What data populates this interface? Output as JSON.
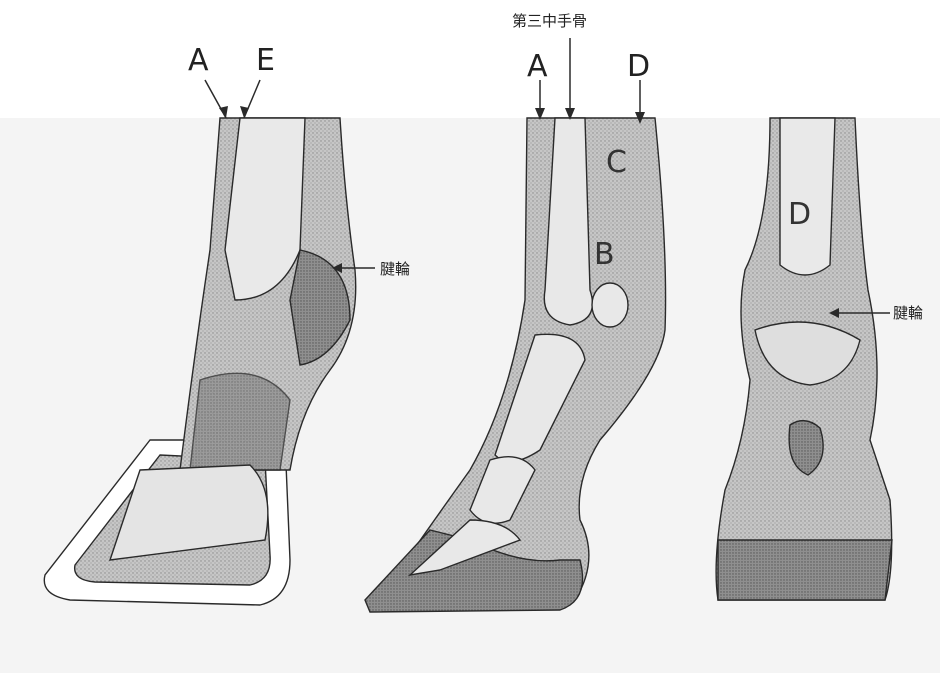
{
  "labels": {
    "a_left": "A",
    "e_left": "E",
    "tendon_left": "腱輪",
    "metacarpal": "第三中手骨",
    "a_mid": "A",
    "d_mid": "D",
    "c_mid": "C",
    "b_mid": "B",
    "d_right": "D",
    "tendon_right": "腱輪"
  },
  "colors": {
    "ink": "#2a2a2a",
    "tissue": "#cfcfcf",
    "dark_tissue": "#8e8e8e",
    "bone": "#e6e6e6"
  }
}
